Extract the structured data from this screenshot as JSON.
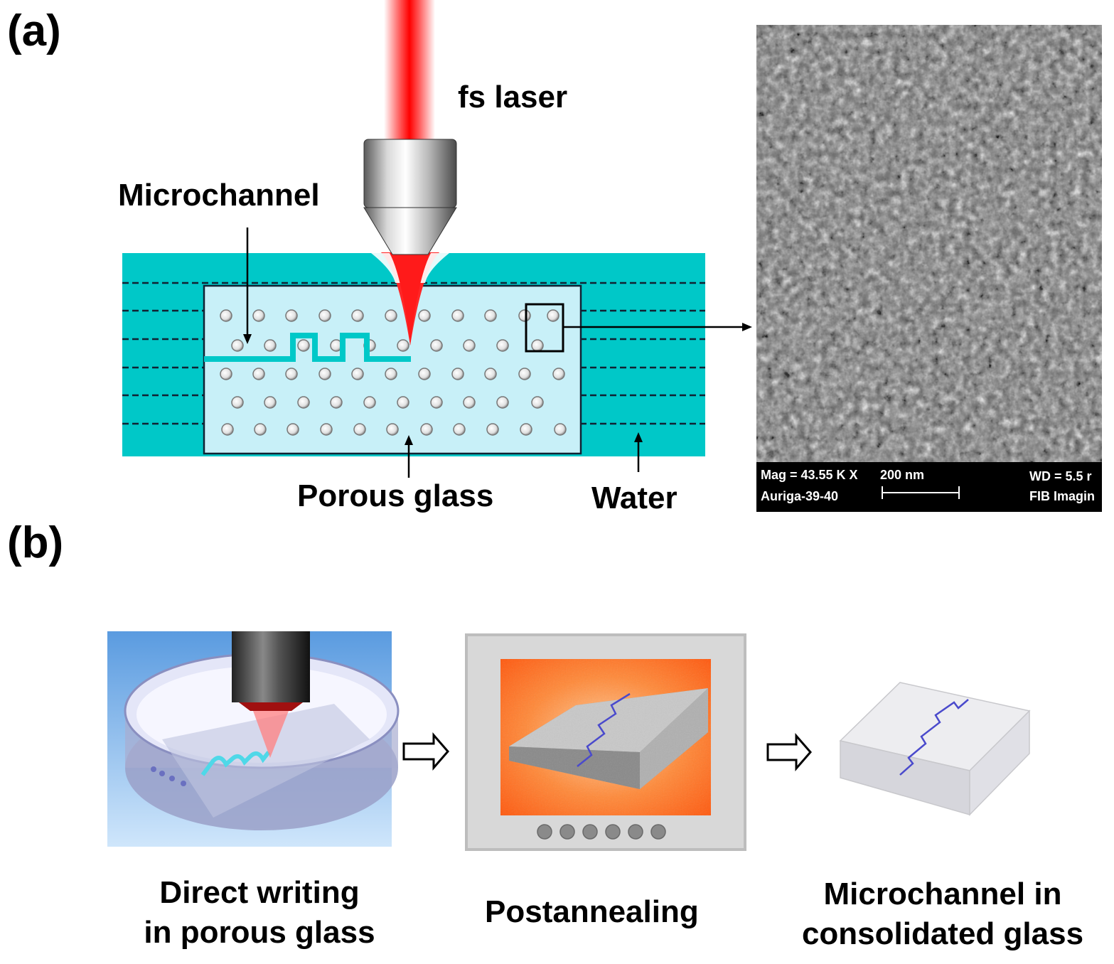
{
  "panel_a": {
    "label": "(a)",
    "laser_label": "fs laser",
    "microchannel_label": "Microchannel",
    "porous_glass_label": "Porous glass",
    "water_label": "Water",
    "sem": {
      "mag": "Mag =  43.55 K X",
      "scale": "200 nm",
      "wd": "WD =  5.5 r",
      "name": "Auriga-39-40",
      "detector": "FIB Imagin"
    }
  },
  "panel_b": {
    "label": "(b)",
    "step1_line1": "Direct writing",
    "step1_line2": "in porous glass",
    "step2": "Postannealing",
    "step3_line1": "Microchannel in",
    "step3_line2": "consolidated glass"
  },
  "colors": {
    "water": "#00c8c8",
    "porous_glass": "#c8f0f8",
    "laser": "#ff1a1a",
    "furnace_inner": "#ff7a2a"
  }
}
